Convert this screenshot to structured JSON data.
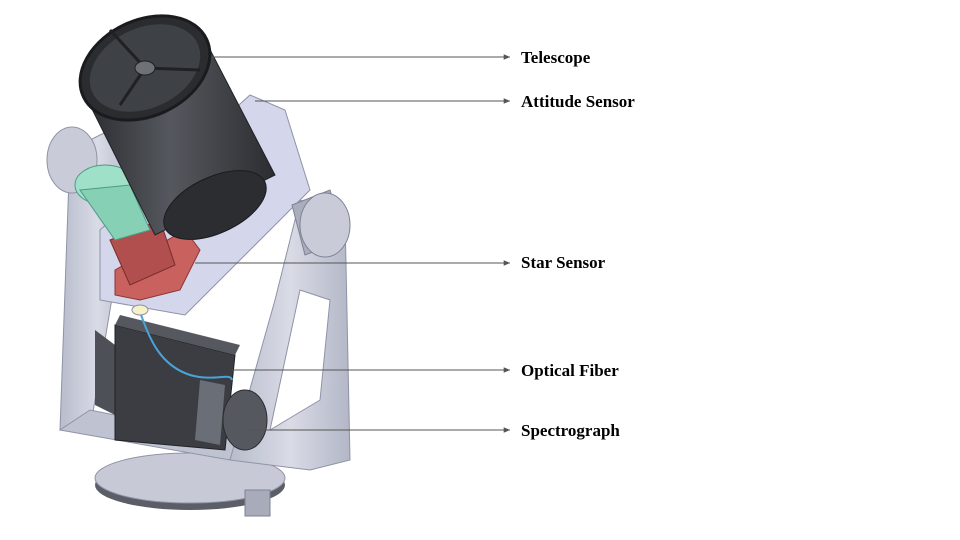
{
  "labels": {
    "telescope": "Telescope",
    "attitude_sensor": "Attitude Sensor",
    "star_sensor": "Star Sensor",
    "optical_fiber": "Optical Fiber",
    "spectrograph": "Spectrograph"
  },
  "colors": {
    "frame": "#c9ccd8",
    "frame_dark": "#8e93a6",
    "plate": "#d4d6ec",
    "telescope_tube": "#3e4146",
    "telescope_dark": "#1f2124",
    "star_sensor_hood": "#9fe0c8",
    "star_sensor_body": "#c9615e",
    "spectrograph": "#3b3d42",
    "fiber": "#4aa3d8",
    "leader_line": "#555555"
  }
}
